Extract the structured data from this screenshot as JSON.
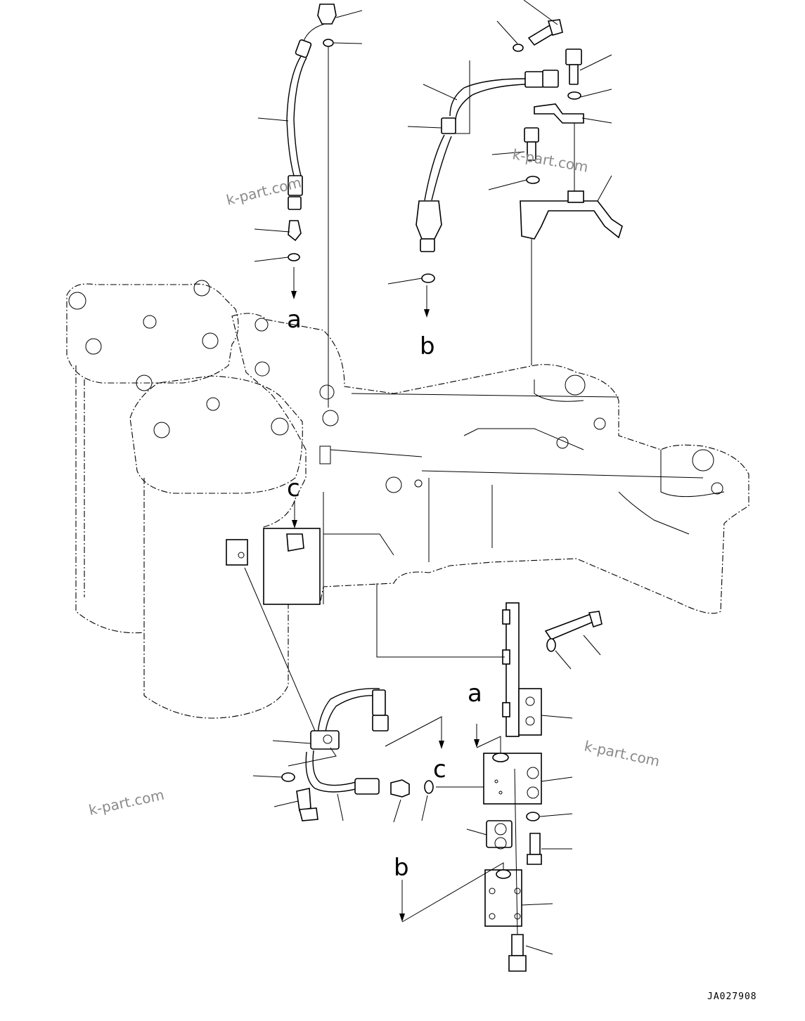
{
  "callout_letters": {
    "a_top": "a",
    "b_top": "b",
    "c_top": "c",
    "a_bottom": "a",
    "b_bottom": "b",
    "c_bottom": "c"
  },
  "watermarks": {
    "w1": "k-part.com",
    "w2": "k-part.com",
    "w3": "k-part.com",
    "w4": "k-part.com"
  },
  "drawing_code": "JA027908"
}
